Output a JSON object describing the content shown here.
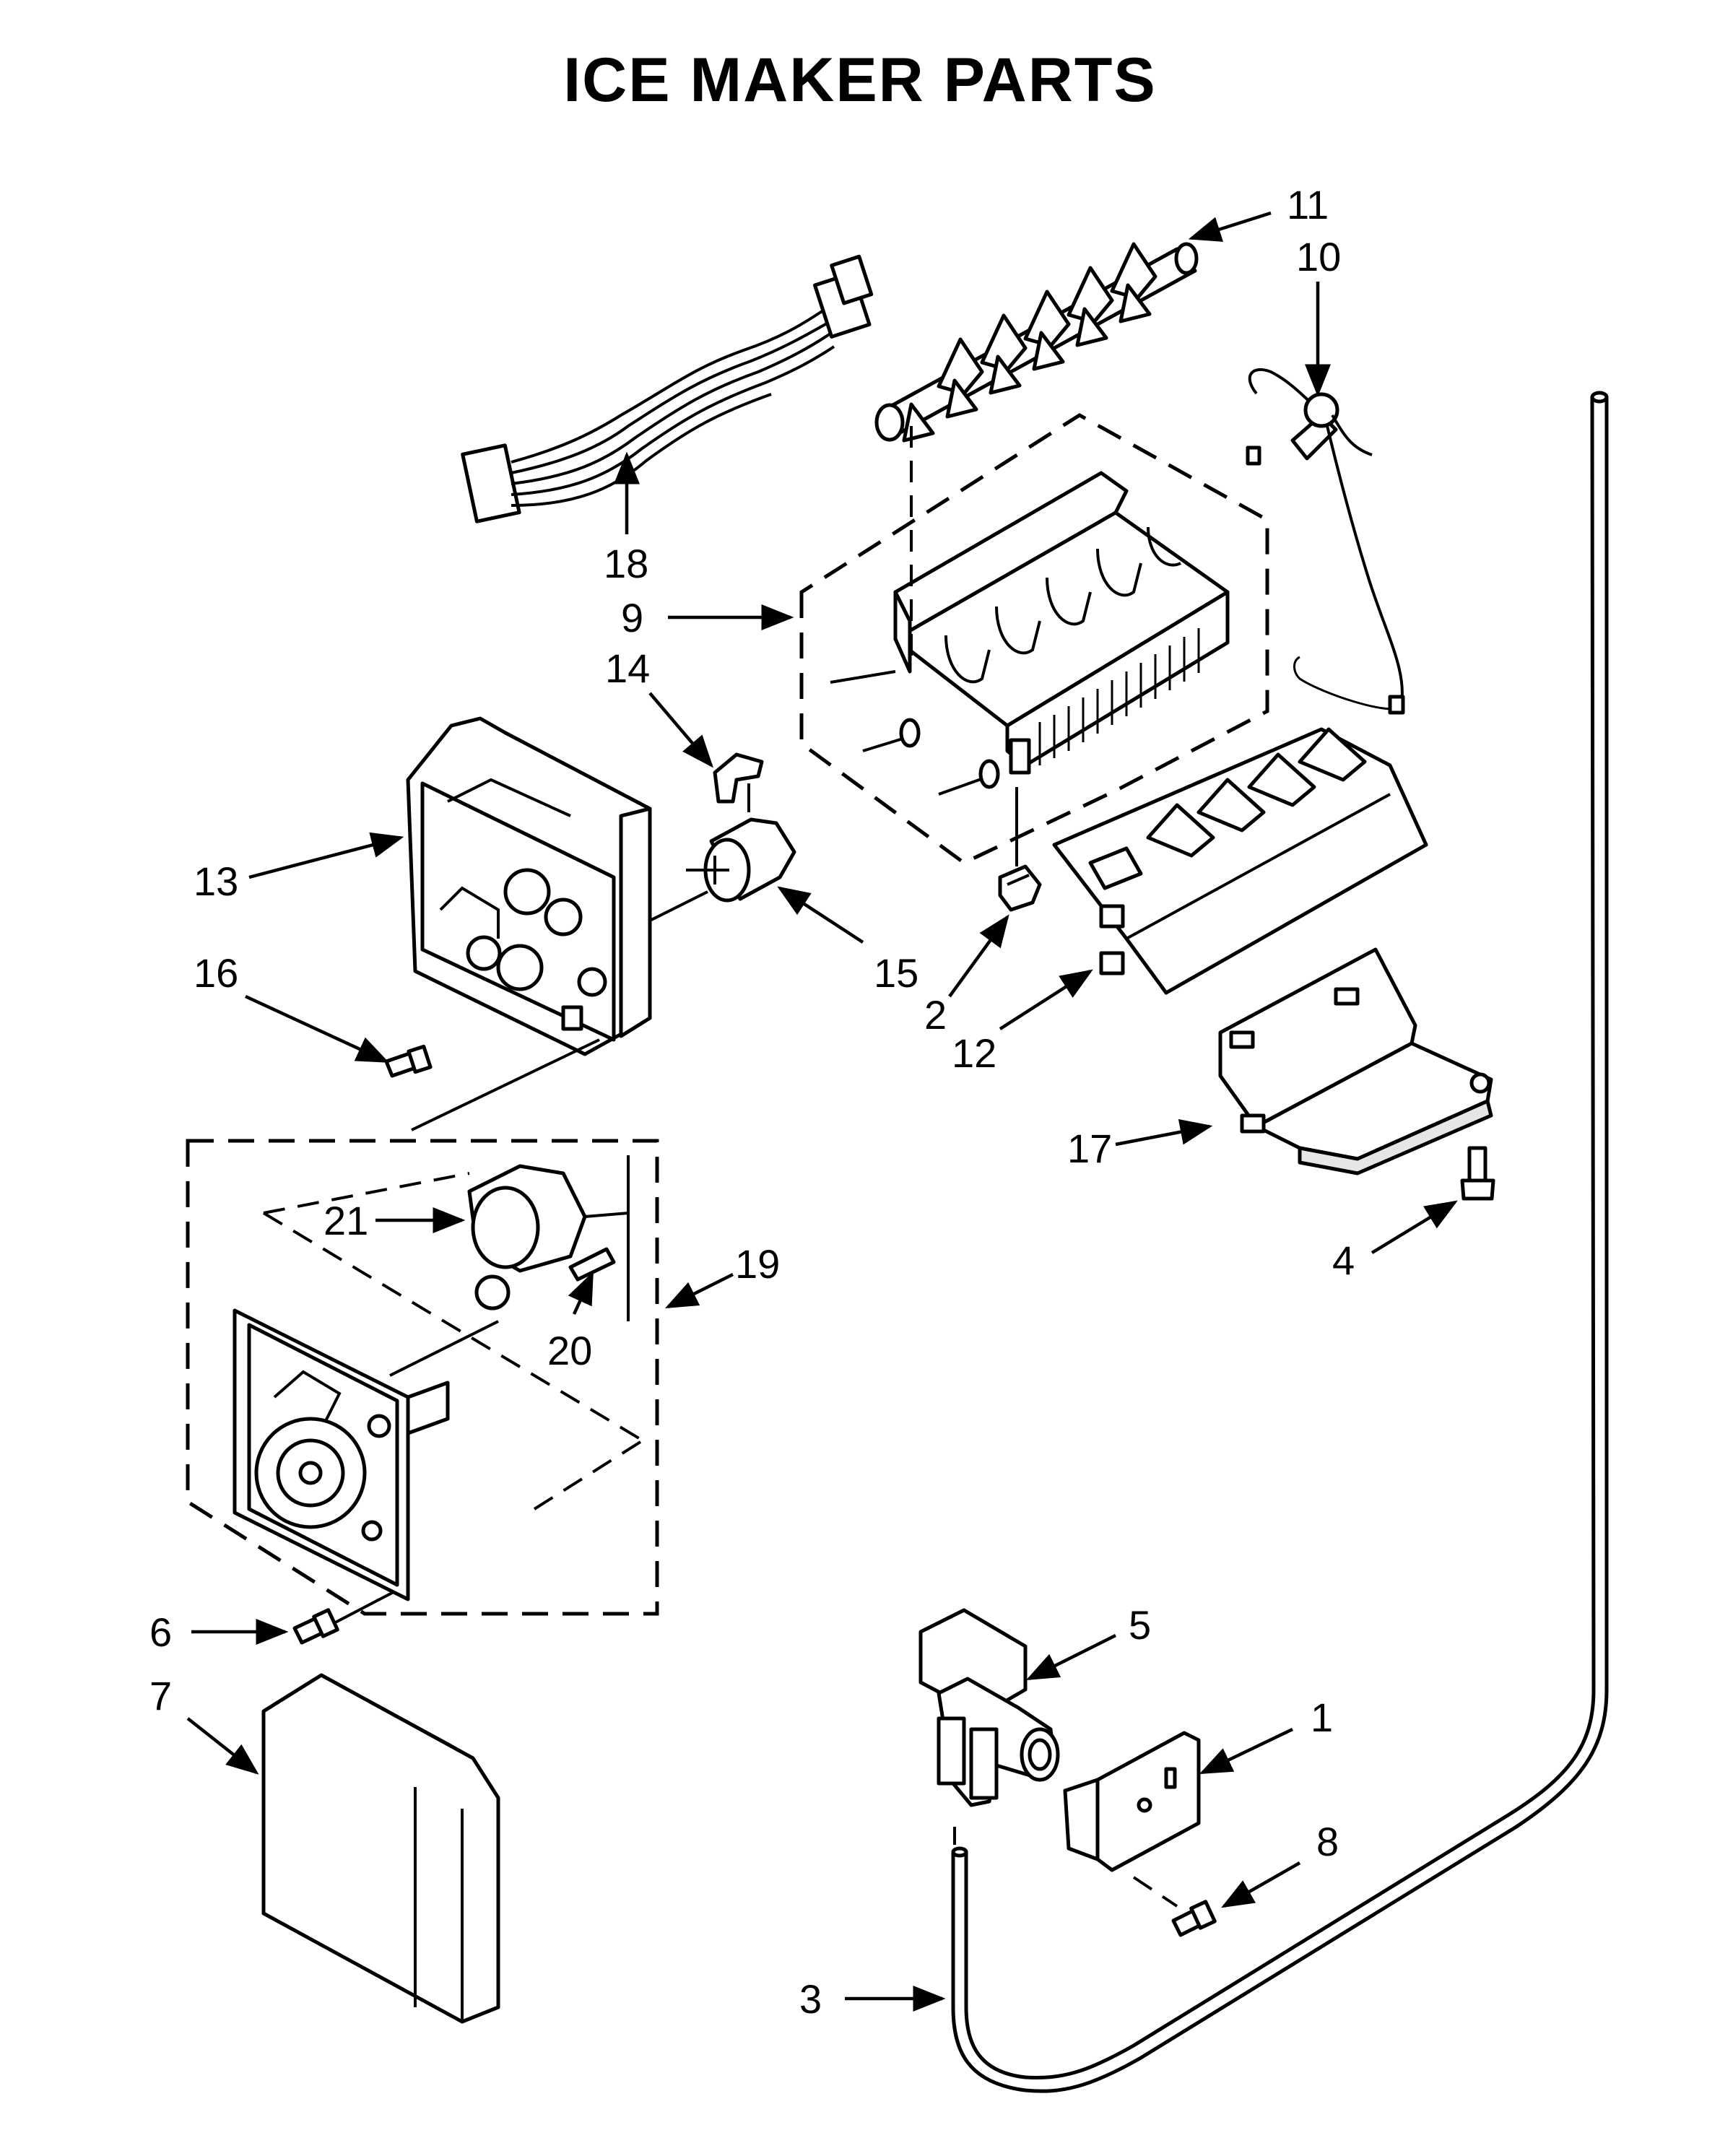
{
  "title": "ICE MAKER PARTS",
  "callouts": {
    "c1": "1",
    "c2": "2",
    "c3": "3",
    "c4": "4",
    "c5": "5",
    "c6": "6",
    "c7": "7",
    "c8": "8",
    "c9": "9",
    "c10": "10",
    "c11": "11",
    "c12": "12",
    "c13": "13",
    "c14": "14",
    "c15": "15",
    "c16": "16",
    "c17": "17",
    "c18": "18",
    "c19": "19",
    "c20": "20",
    "c21": "21"
  }
}
